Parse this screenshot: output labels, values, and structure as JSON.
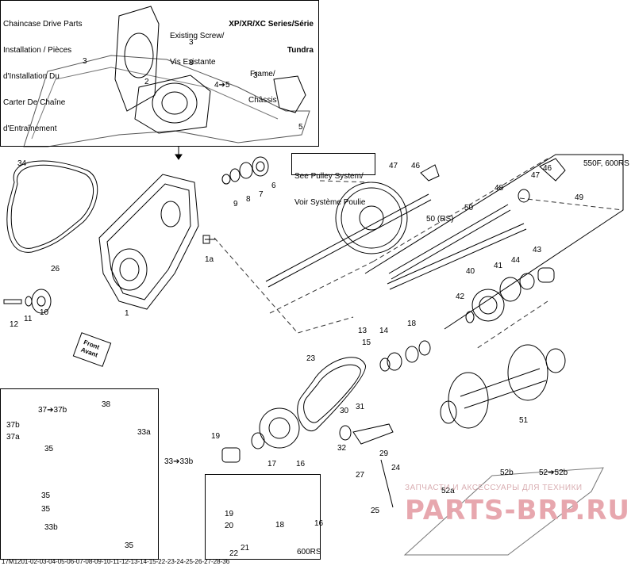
{
  "inset_top": {
    "title_lines": [
      "Chaincase Drive Parts",
      "Installation / Pièces",
      "d'Installation Du",
      "Carter De Chaîne",
      "d'Entraînement"
    ],
    "series_lines": [
      "XP/XR/XC Series/Série",
      "Tundra"
    ],
    "existing_screw_lines": [
      "Existing Screw/",
      "Vis Existante"
    ],
    "frame_lines": [
      "Frame/",
      "Châssis"
    ],
    "labels": [
      "3",
      "3",
      "3",
      "3",
      "2",
      "4➔5",
      "5"
    ]
  },
  "pulley_box": {
    "lines": [
      "See Pulley System/",
      "Voir Système Poulie"
    ]
  },
  "variant_label": "550F, 600RS",
  "front_arrow": {
    "lines": [
      "Front",
      "Avant"
    ]
  },
  "inset_bottom_left": {
    "labels": [
      "37b",
      "37➔37b",
      "38",
      "37a",
      "33a",
      "35",
      "33➔33b",
      "35",
      "35",
      "33b",
      "35"
    ]
  },
  "inset_600rs": {
    "label": "600RS",
    "labels": [
      "19",
      "20",
      "18",
      "16",
      "21",
      "22"
    ]
  },
  "callouts": [
    "34",
    "9",
    "8",
    "7",
    "6",
    "1a",
    "26",
    "12",
    "11",
    "10",
    "1",
    "47",
    "46",
    "48",
    "47",
    "46",
    "49",
    "50",
    "50 (RS)",
    "43",
    "44",
    "41",
    "40",
    "42",
    "13",
    "14",
    "15",
    "18",
    "23",
    "19",
    "17",
    "16",
    "30",
    "31",
    "32",
    "29",
    "24",
    "27",
    "25",
    "51",
    "52b",
    "52➔52b",
    "52a"
  ],
  "part_code": "17M1201-02-03-04-05-06-07-08-09-10-11-12-13-14-15-22-23-24-25-26-27-28-36",
  "watermark": {
    "text": "ЗАПЧАСТИ И АКСЕССУАРЫ ДЛЯ ТЕХНИКИ",
    "logo": "PARTS-BRP.RU",
    "color": "#e7a7ae"
  }
}
